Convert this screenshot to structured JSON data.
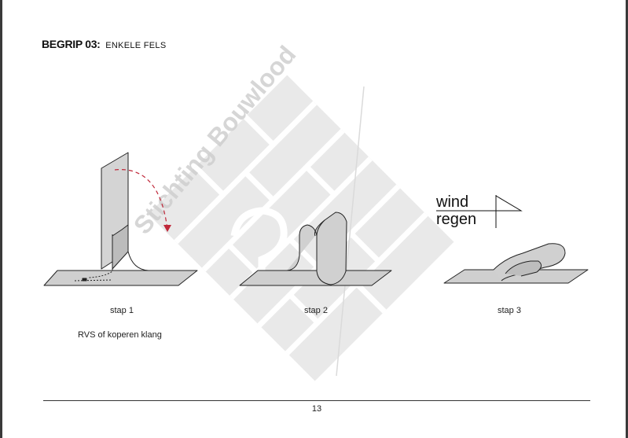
{
  "heading": {
    "prefix": "BEGRIP 03:",
    "title": "ENKELE FELS"
  },
  "watermark": {
    "text": "Stichting Bouwlood"
  },
  "steps": [
    {
      "label": "stap 1"
    },
    {
      "label": "stap 2"
    },
    {
      "label": "stap 3"
    }
  ],
  "note": "RVS of koperen klang",
  "weather": {
    "wind": "wind",
    "rain": "regen"
  },
  "footer": {
    "page_number": "13"
  },
  "colors": {
    "sheet_fill": "#cfcfcf",
    "fold_arrow": "#c0283a",
    "watermark": "#d8d8d8"
  }
}
